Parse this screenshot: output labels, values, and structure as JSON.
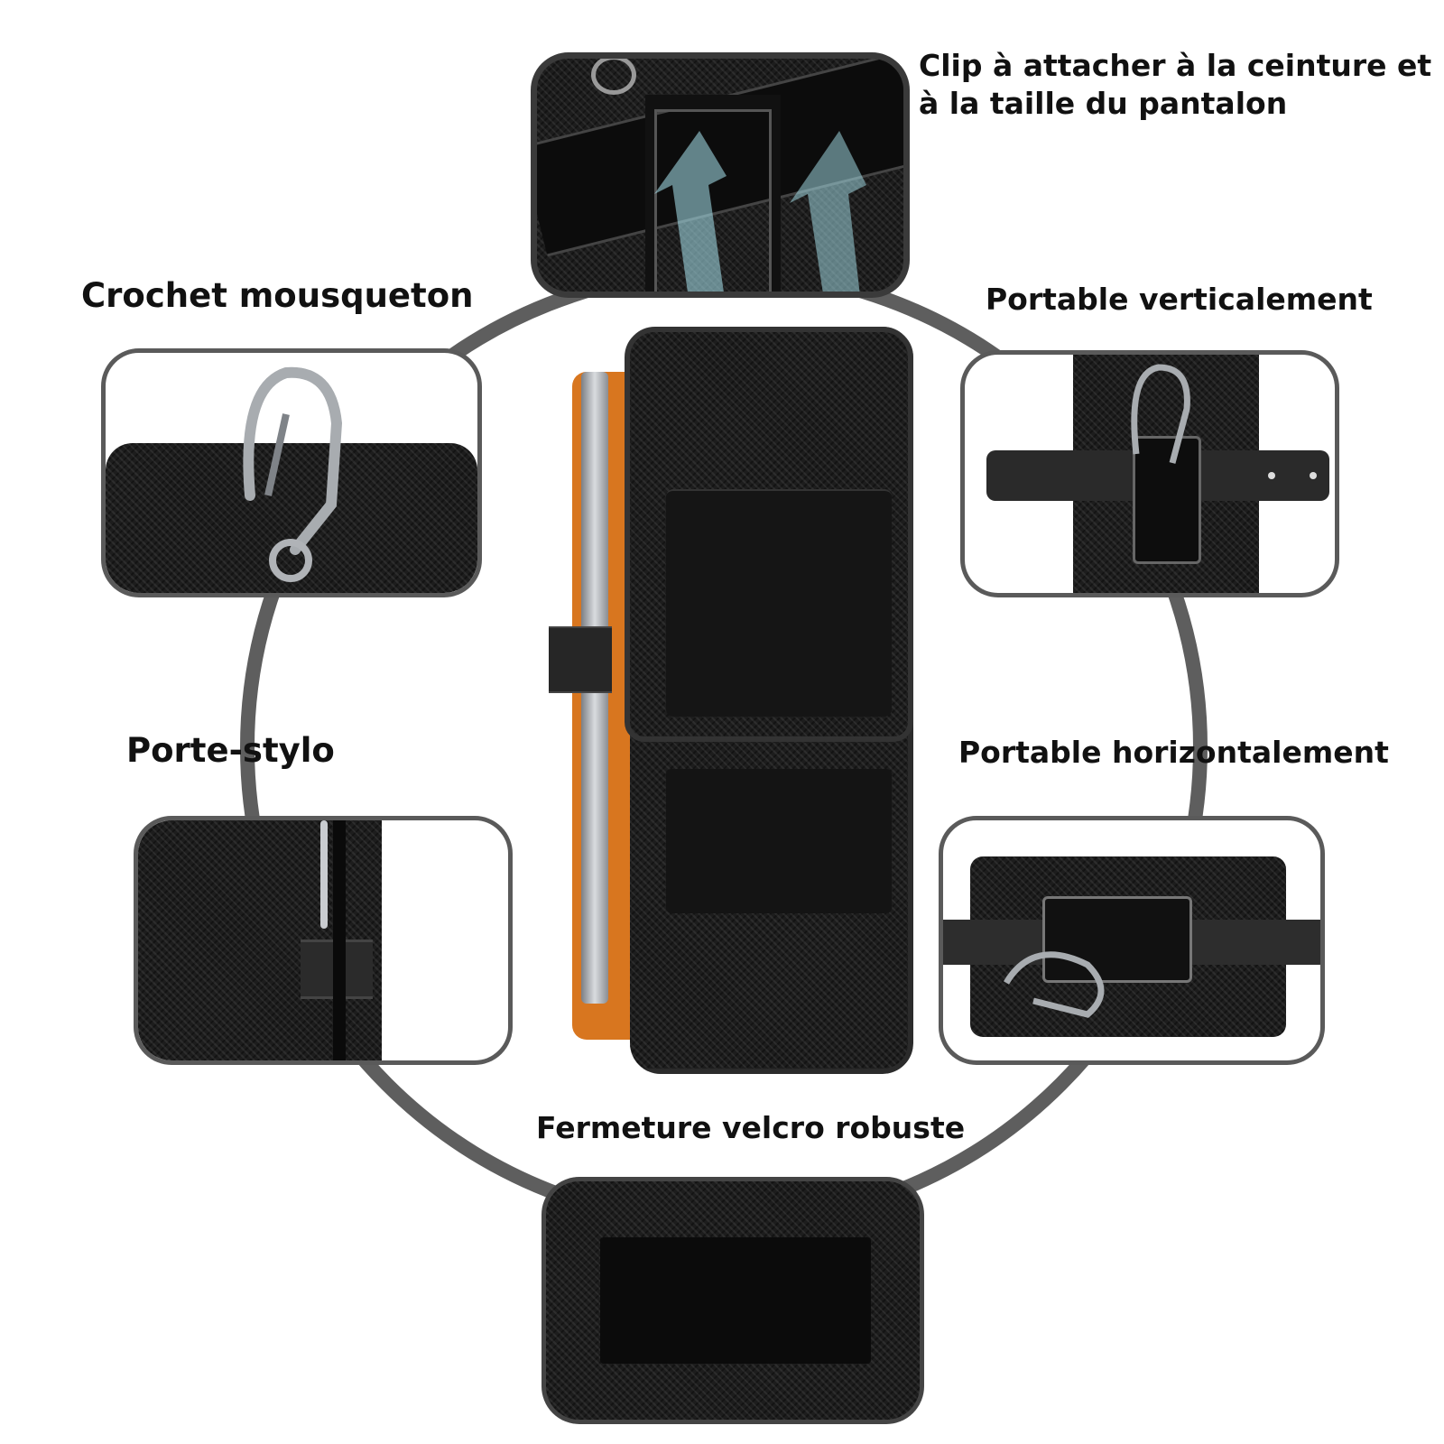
{
  "features": {
    "clip": {
      "label": "Clip à attacher à la ceinture et à la taille du pantalon"
    },
    "crochet": {
      "label": "Crochet mousqueton"
    },
    "vertical": {
      "label": "Portable verticalement"
    },
    "stylo": {
      "label": "Porte-stylo"
    },
    "horizontal": {
      "label": "Portable horizontalement"
    },
    "velcro": {
      "label": "Fermeture velcro robuste"
    }
  },
  "colors": {
    "ring": "#5a5a5a",
    "nylon": "#1d1d1d",
    "metal": "#b9bcc0",
    "phone_accent": "#e07a2a"
  }
}
